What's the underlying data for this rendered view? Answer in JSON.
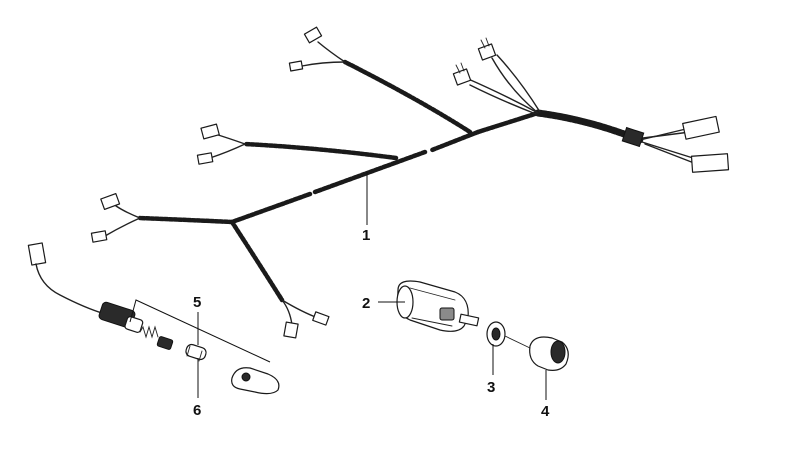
{
  "callouts": [
    {
      "id": "callout-1",
      "label": "1"
    },
    {
      "id": "callout-2",
      "label": "2"
    },
    {
      "id": "callout-3",
      "label": "3"
    },
    {
      "id": "callout-4",
      "label": "4"
    },
    {
      "id": "callout-5",
      "label": "5"
    },
    {
      "id": "callout-6",
      "label": "6"
    }
  ]
}
